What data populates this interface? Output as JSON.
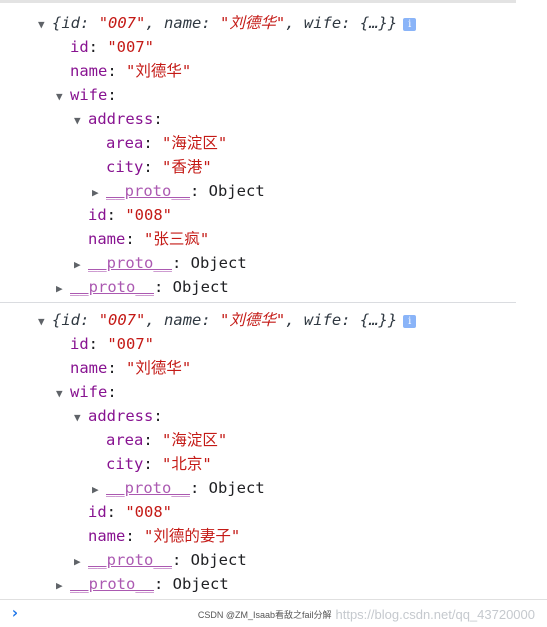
{
  "watermark": {
    "url": "https://blog.csdn.net/qq_43720000",
    "credit": "CSDN @ZM_Isaab看敌之fail分解"
  },
  "sep": ":",
  "colon_space": ": ",
  "obj_open": "{",
  "obj_close": "}",
  "brace_dots": "{…}",
  "comma": ", ",
  "info_icon_glyph": "i",
  "prompt_glyph": "›",
  "tri_expanded": "▼",
  "tri_collapsed": "▶",
  "keys": {
    "id": "id",
    "name": "name",
    "wife": "wife",
    "address": "address",
    "area": "area",
    "city": "city",
    "proto": "__proto__"
  },
  "objects": [
    {
      "summary_id": "\"007\"",
      "summary_name": "\"刘德华\"",
      "id": "\"007\"",
      "name": "\"刘德华\"",
      "area": "\"海淀区\"",
      "city": "\"香港\"",
      "wife_id": "\"008\"",
      "wife_name": "\"张三疯\"",
      "proto_value": "Object"
    },
    {
      "summary_id": "\"007\"",
      "summary_name": "\"刘德华\"",
      "id": "\"007\"",
      "name": "\"刘德华\"",
      "area": "\"海淀区\"",
      "city": "\"北京\"",
      "wife_id": "\"008\"",
      "wife_name": "\"刘德的妻子\"",
      "proto_value": "Object"
    }
  ]
}
